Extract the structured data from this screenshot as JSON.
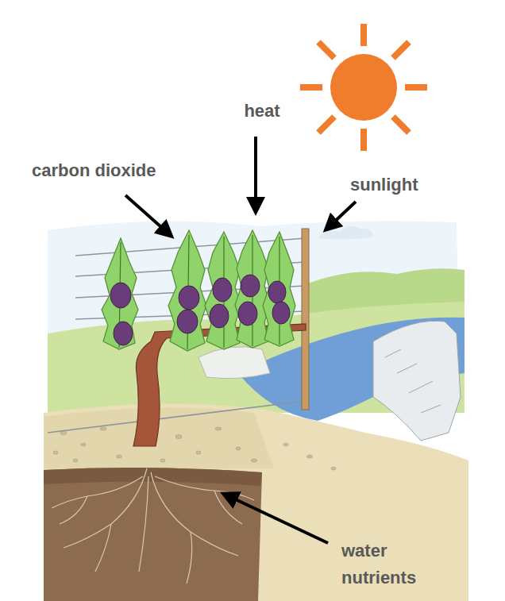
{
  "diagram": {
    "labels": [
      "carbon dioxide",
      "heat",
      "sunlight",
      "water",
      "nutrients"
    ]
  }
}
